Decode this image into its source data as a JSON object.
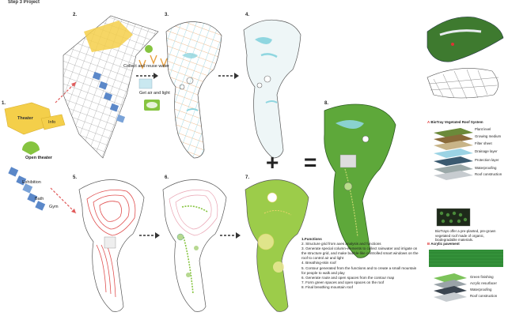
{
  "header": {
    "title": "Step 3 Project"
  },
  "steps": {
    "s1": "1.",
    "s2": "2.",
    "s3": "3.",
    "s4": "4.",
    "s5": "5.",
    "s6": "6.",
    "s7": "7.",
    "s8": "8."
  },
  "labels": {
    "theater": "Theater",
    "info": "Info",
    "open_theater": "Open theater",
    "exhibition": "Exhibition",
    "bath": "Bath",
    "gym": "Gym",
    "collect_water": "Collect and reuse water",
    "air_light": "Get air and light"
  },
  "operators": {
    "plus": "+",
    "equals": "="
  },
  "notes": {
    "title": "1.Functions",
    "items": [
      "2. Structure grid from axes analysis and functions",
      "3. Generate special column-elements to collect rainwater and irrigate on the structure grid, and make bubble-like controlled smart windows on the roof to control air and light",
      "4. Breathing-skin roof",
      "5. Contour generated from the functions and to create a small mountain for people to walk and play",
      "6. Generate route and open spaces from the contour map",
      "7. Form green spaces and open spaces on the roof",
      "8. Final breathing mountain roof"
    ]
  },
  "biotray": {
    "marker": "A",
    "title": "BioTray Vegetated Roof System",
    "layers": [
      "Plant level",
      "Growing medium",
      "Filter sheet",
      "Drainage layer",
      "Protection layer",
      "Waterproofing",
      "Roof construction"
    ],
    "caption": "BioTrays offer a pre-planted, pre-grown vegetated roof made of organic, biodegradable materials."
  },
  "acrylic": {
    "marker": "B",
    "title": "Acrylic pavement",
    "layers": [
      "Green finishing",
      "Acrylic resurfacer",
      "Waterproofing",
      "Roof construction"
    ]
  },
  "colors": {
    "yellow": "#f4cf4a",
    "blue": "#5b88c9",
    "green": "#86c440",
    "dark_green": "#3e7a2f",
    "red_contour": "#e05050",
    "arrow_red": "#e15a5a",
    "cyan": "#8fd6e0"
  }
}
